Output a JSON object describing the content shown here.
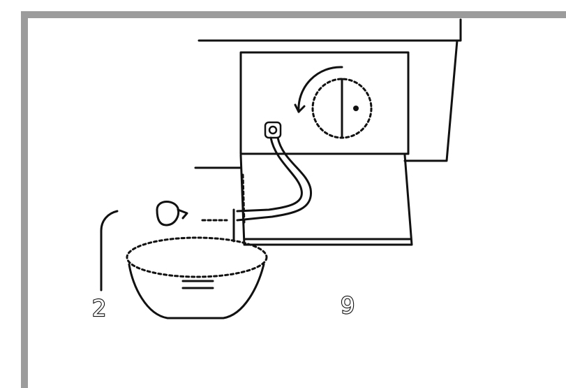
{
  "diagram": {
    "callouts": [
      {
        "id": "2",
        "label": "2"
      },
      {
        "id": "9",
        "label": "9"
      }
    ]
  }
}
